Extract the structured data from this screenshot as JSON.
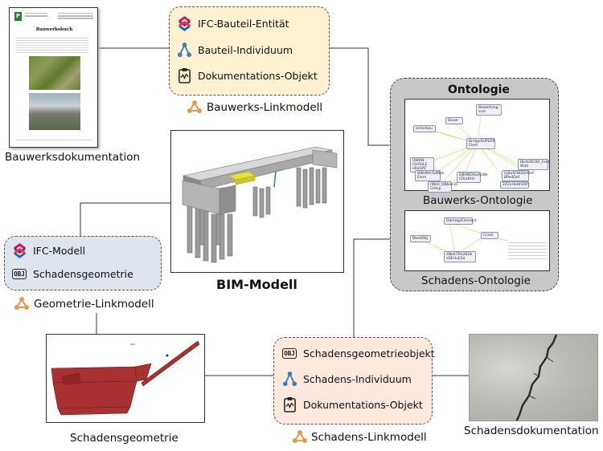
{
  "colors": {
    "bauwerk_link_fill": "#fdf1cf",
    "geometrie_link_fill": "#dfe5ef",
    "schadens_link_fill": "#fce8dc",
    "ontology_fill": "#c8c8c8",
    "link_icon": "#e59a4e",
    "damage_red": "#a83232"
  },
  "bauwerks_link": {
    "items": [
      {
        "icon": "ifc-logo-icon",
        "label": "IFC-Bauteil-Entität"
      },
      {
        "icon": "triangle-node-icon",
        "label": "Bauteil-Individuum"
      },
      {
        "icon": "document-clipboard-icon",
        "label": "Dokumentations-Objekt"
      }
    ],
    "caption": "Bauwerks-Linkmodell"
  },
  "bauwerksdokumentation": {
    "caption": "Bauwerksdokumentation",
    "doc_title": "Bauwerksbuch"
  },
  "bim": {
    "caption": "BIM-Modell"
  },
  "ontologie": {
    "title": "Ontologie",
    "bauwerks_caption": "Bauwerks-Ontologie",
    "schadens_caption": "Schadens-Ontologie"
  },
  "geometrie_link": {
    "items": [
      {
        "icon": "ifc-logo-icon",
        "label": "IFC-Modell"
      },
      {
        "icon": "obj-file-icon",
        "label": "Schadensgeometrie"
      }
    ],
    "caption": "Geometrie-Linkmodell",
    "obj_text": "OBJ"
  },
  "schadens_link": {
    "items": [
      {
        "icon": "obj-file-icon",
        "label": "Schadensgeometrieobjekt"
      },
      {
        "icon": "triangle-node-icon",
        "label": "Schadens-Individuum"
      },
      {
        "icon": "document-clipboard-icon",
        "label": "Dokumentations-Objekt"
      }
    ],
    "caption": "Schadens-Linkmodell"
  },
  "schadensgeometrie": {
    "caption": "Schadensgeometrie"
  },
  "schadensdokumentation": {
    "caption": "Schadensdokumentation"
  }
}
